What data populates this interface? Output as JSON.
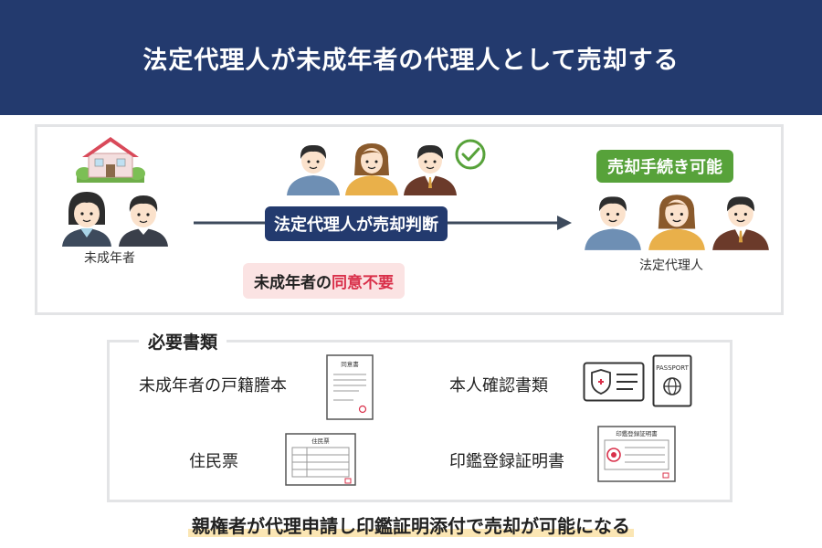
{
  "header": {
    "title": "法定代理人が未成年者の代理人として売却する"
  },
  "flow": {
    "minor_label": "未成年者",
    "judgment_label": "法定代理人が売却判断",
    "consent_prefix": "未成年者の",
    "consent_accent": "同意不要",
    "procedure_label": "売却手続き可能",
    "representative_label": "法定代理人"
  },
  "documents": {
    "title": "必要書類",
    "items": [
      {
        "label": "未成年者の戸籍謄本",
        "doc_text": "同意書"
      },
      {
        "label": "本人確認書類",
        "doc_text": "PASSPORT"
      },
      {
        "label": "住民票",
        "doc_text": "住民票"
      },
      {
        "label": "印鑑登録証明書",
        "doc_text": "印鑑登録証明書"
      }
    ]
  },
  "footer": {
    "note": "親権者が代理申請し印鑑証明添付で売却が可能になる"
  },
  "colors": {
    "navy": "#233a6e",
    "green": "#57a23a",
    "pink": "#fbe3e3",
    "accent_red": "#d9304a",
    "highlight": "#fbe6b4"
  },
  "icons": [
    "house-icon",
    "child-girl-icon",
    "child-boy-icon",
    "person-icon",
    "check-circle-icon",
    "arrow-right-icon",
    "document-icon",
    "id-card-icon",
    "passport-icon"
  ]
}
